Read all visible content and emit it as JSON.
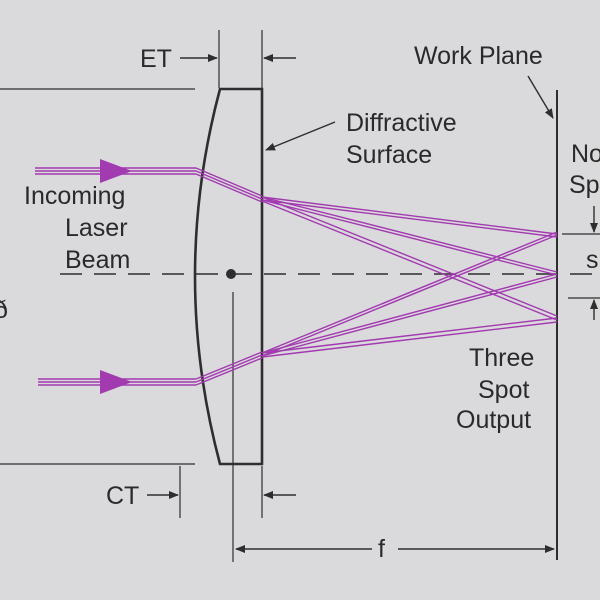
{
  "labels": {
    "et": "ET",
    "ct": "CT",
    "work_plane": "Work Plane",
    "diffractive_surface_line1": "Diffractive",
    "diffractive_surface_line2": "Surface",
    "incoming_line1": "Incoming",
    "incoming_line2": "Laser",
    "incoming_line3": "Beam",
    "output_line1": "Three",
    "output_line2": "Spot",
    "output_line3": "Output",
    "focal_length": "f",
    "cut_no": "No",
    "cut_sp": "Sp",
    "cut_s": "s",
    "cut_left": "ð"
  },
  "colors": {
    "background": "#dad9dc",
    "ink": "#2e2e2e",
    "beam": "#a23ab0"
  }
}
